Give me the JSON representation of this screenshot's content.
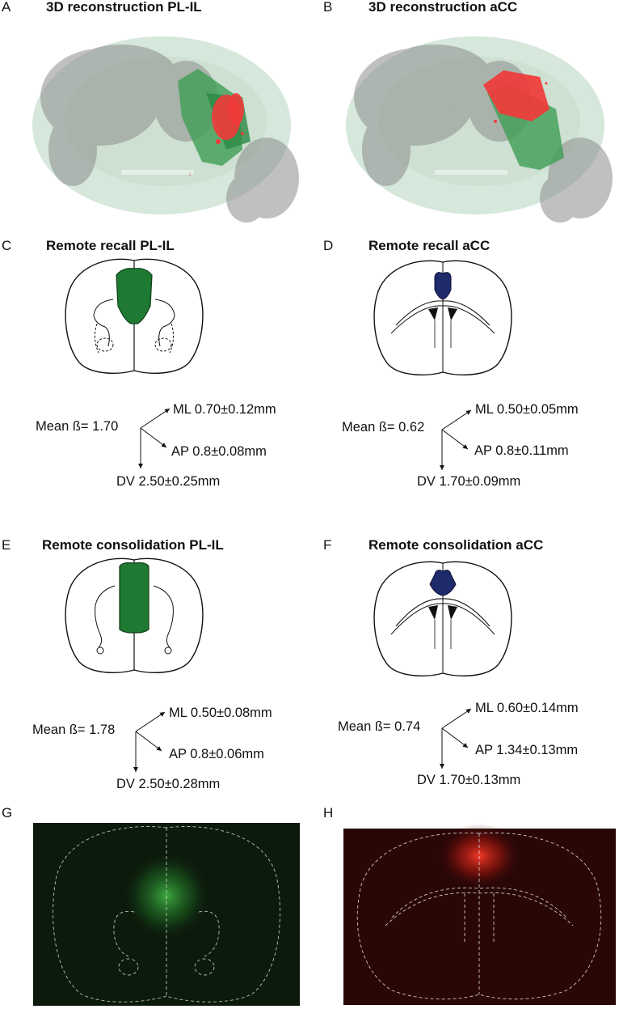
{
  "panels": {
    "A": {
      "letter": "A",
      "title": "3D reconstruction PL-IL"
    },
    "B": {
      "letter": "B",
      "title": "3D reconstruction aCC"
    },
    "C": {
      "letter": "C",
      "title": "Remote recall PL-IL",
      "mean": "Mean ß= 1.70",
      "ml": "ML 0.70±0.12mm",
      "ap": "AP 0.8±0.08mm",
      "dv": "DV 2.50±0.25mm"
    },
    "D": {
      "letter": "D",
      "title": "Remote recall aCC",
      "mean": "Mean ß= 0.62",
      "ml": "ML 0.50±0.05mm",
      "ap": "AP 0.8±0.11mm",
      "dv": "DV 1.70±0.09mm"
    },
    "E": {
      "letter": "E",
      "title": "Remote consolidation PL-IL",
      "mean": "Mean ß= 1.78",
      "ml": "ML 0.50±0.08mm",
      "ap": "AP 0.8±0.06mm",
      "dv": "DV 2.50±0.28mm"
    },
    "F": {
      "letter": "F",
      "title": "Remote consolidation aCC",
      "mean": "Mean ß= 0.74",
      "ml": "ML 0.60±0.14mm",
      "ap": "AP 1.34±0.13mm",
      "dv": "DV 1.70±0.13mm"
    },
    "G": {
      "letter": "G"
    },
    "H": {
      "letter": "H"
    }
  },
  "colors": {
    "pl_il_green": "#1e7a32",
    "acc_navy": "#1f2a6b",
    "brain_green_fill": "#cfe3d6",
    "infusion_red": "#f03a3a",
    "micrograph_green_bg": "#0c1a0c",
    "micrograph_red_bg": "#2a0707"
  }
}
